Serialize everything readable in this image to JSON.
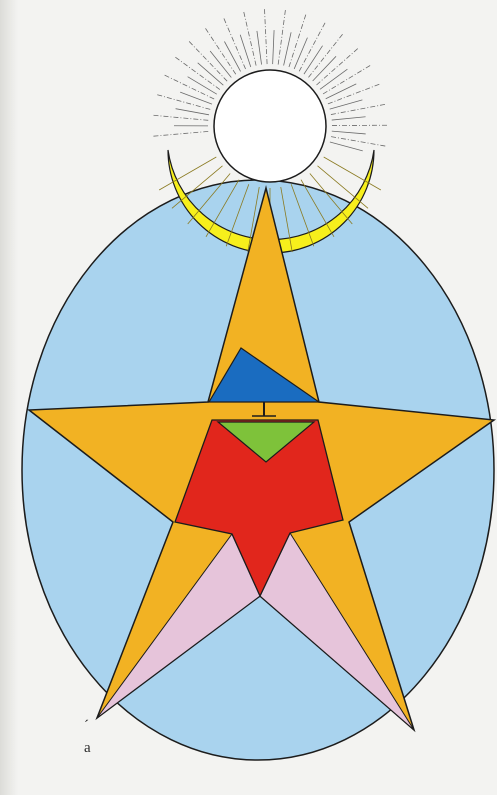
{
  "artwork": {
    "colors": {
      "page": "#f3f3f1",
      "oval": "#a9d3ee",
      "moon": "#f7ef1c",
      "sun": "#ffffff",
      "big_star": "#f2b223",
      "small_star": "#e1261c",
      "triangle_top": "#1a6cc0",
      "triangle_bottom": "#7ec23a",
      "inner_rays": "#e6c4da",
      "outline": "#1c1c1c"
    },
    "icons": [
      "sun-with-rays",
      "crescent-moon",
      "five-pointed-star",
      "oval"
    ]
  },
  "margin_text": {
    "line1": "´",
    "line2": "a"
  }
}
